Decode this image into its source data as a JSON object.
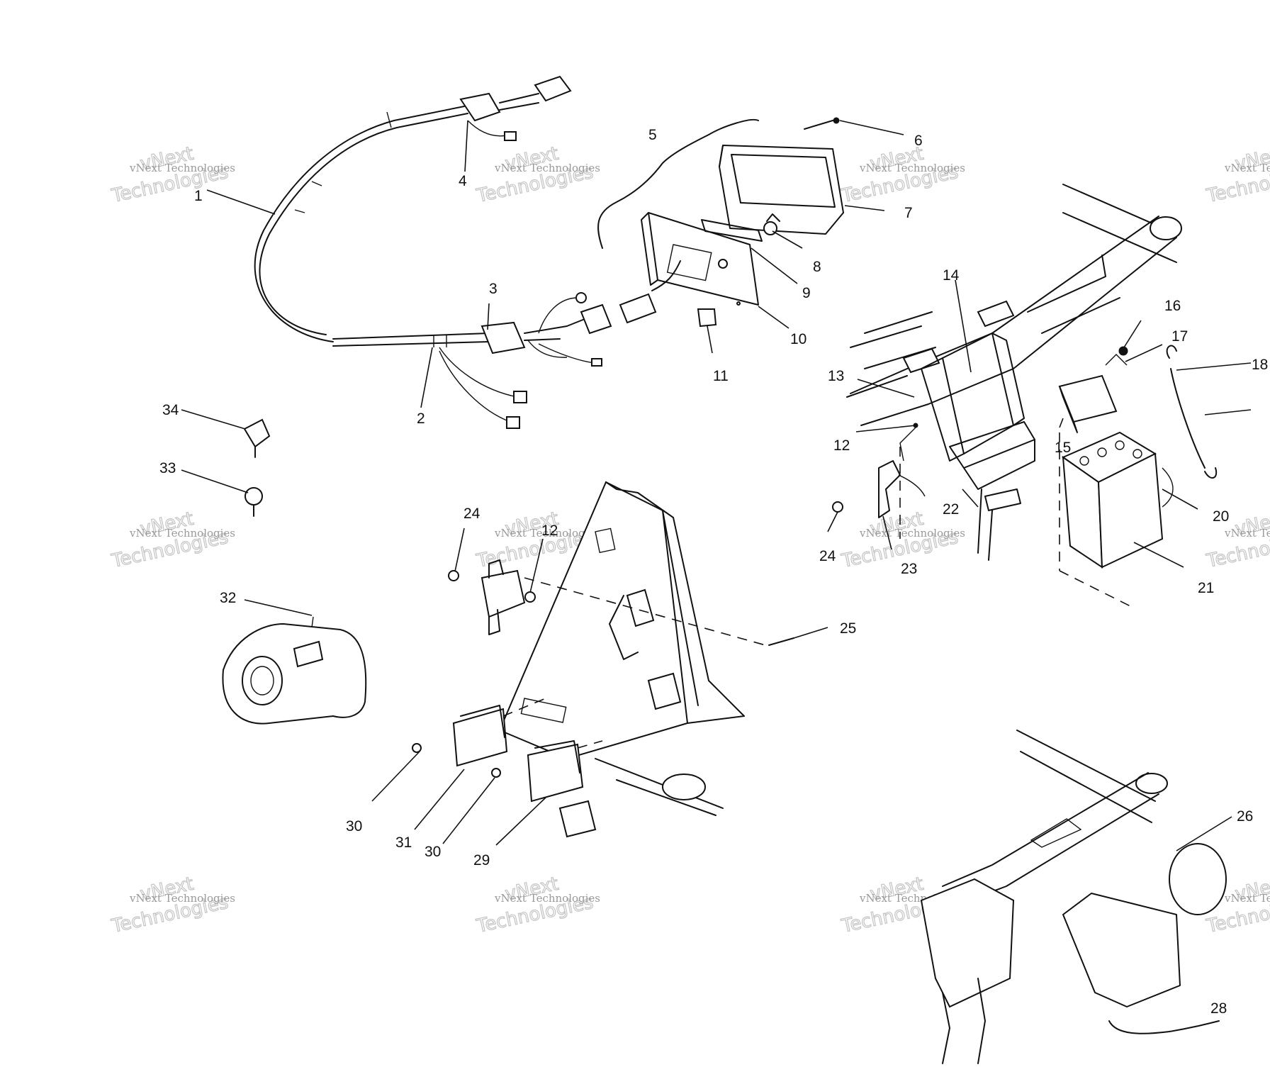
{
  "callouts": {
    "c1": "1",
    "c2": "2",
    "c3": "3",
    "c4": "4",
    "c5": "5",
    "c6": "6",
    "c7": "7",
    "c8": "8",
    "c9": "9",
    "c10": "10",
    "c11": "11",
    "c12a": "12",
    "c12b": "12",
    "c13": "13",
    "c14": "14",
    "c15": "15",
    "c16": "16",
    "c17": "17",
    "c18": "18",
    "c20": "20",
    "c21": "21",
    "c22": "22",
    "c23": "23",
    "c24a": "24",
    "c24b": "24",
    "c25": "25",
    "c26": "26",
    "c28": "28",
    "c29": "29",
    "c30a": "30",
    "c30b": "30",
    "c31": "31",
    "c32": "32",
    "c33": "33",
    "c34": "34"
  },
  "watermark": {
    "line1": "vNext Technologies",
    "line2": "vNext",
    "line3": "Technologies"
  }
}
